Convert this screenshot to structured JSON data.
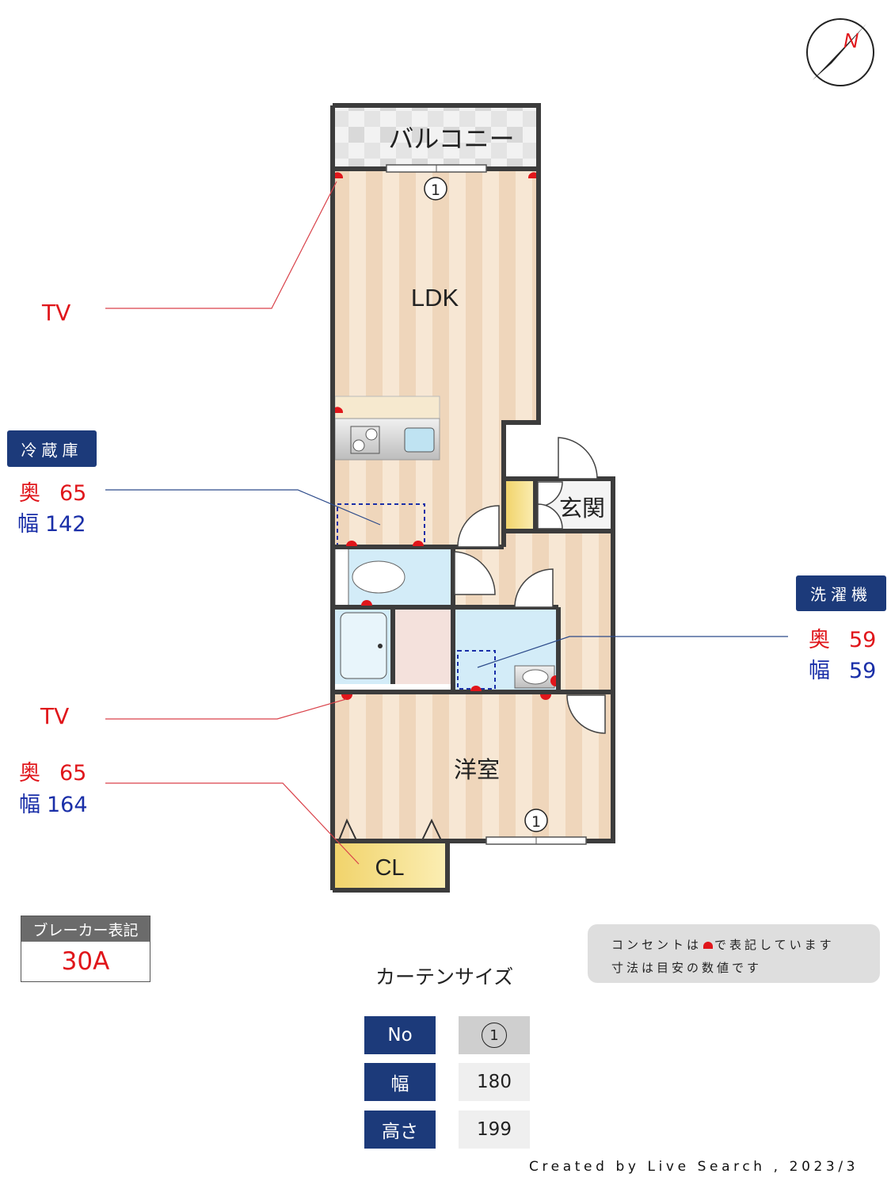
{
  "rooms": {
    "balcony": "バルコニー",
    "ldk": "LDK",
    "entrance": "玄関",
    "western": "洋室",
    "closet": "CL"
  },
  "window_marks": {
    "ldk": "1",
    "western": "1"
  },
  "tv_labels": [
    "TV",
    "TV"
  ],
  "fridge": {
    "label": "冷蔵庫",
    "depth_label": "奥",
    "depth": "65",
    "width_label": "幅",
    "width": "142"
  },
  "washer": {
    "label": "洗濯機",
    "depth_label": "奥",
    "depth": "59",
    "width_label": "幅",
    "width": "59"
  },
  "closet_dims": {
    "depth_label": "奥",
    "depth": "65",
    "width_label": "幅",
    "width": "164"
  },
  "breaker": {
    "title": "ブレーカー表記",
    "value": "30A"
  },
  "note": {
    "line1_a": "コンセントは",
    "line1_b": "で表記しています",
    "line2": "寸法は目安の数値です"
  },
  "curtain": {
    "title": "カーテンサイズ",
    "rows": [
      {
        "header": "No",
        "value": "1"
      },
      {
        "header": "幅",
        "value": "180"
      },
      {
        "header": "高さ",
        "value": "199"
      }
    ]
  },
  "credit": "Created by Live Search , 2023/3",
  "colors": {
    "outlet": "#e0161b",
    "navy": "#1c3a7a",
    "wall": "#3c3c3c",
    "floor_wood": "#f3dcc3",
    "wet_area": "#cfe7f5"
  }
}
